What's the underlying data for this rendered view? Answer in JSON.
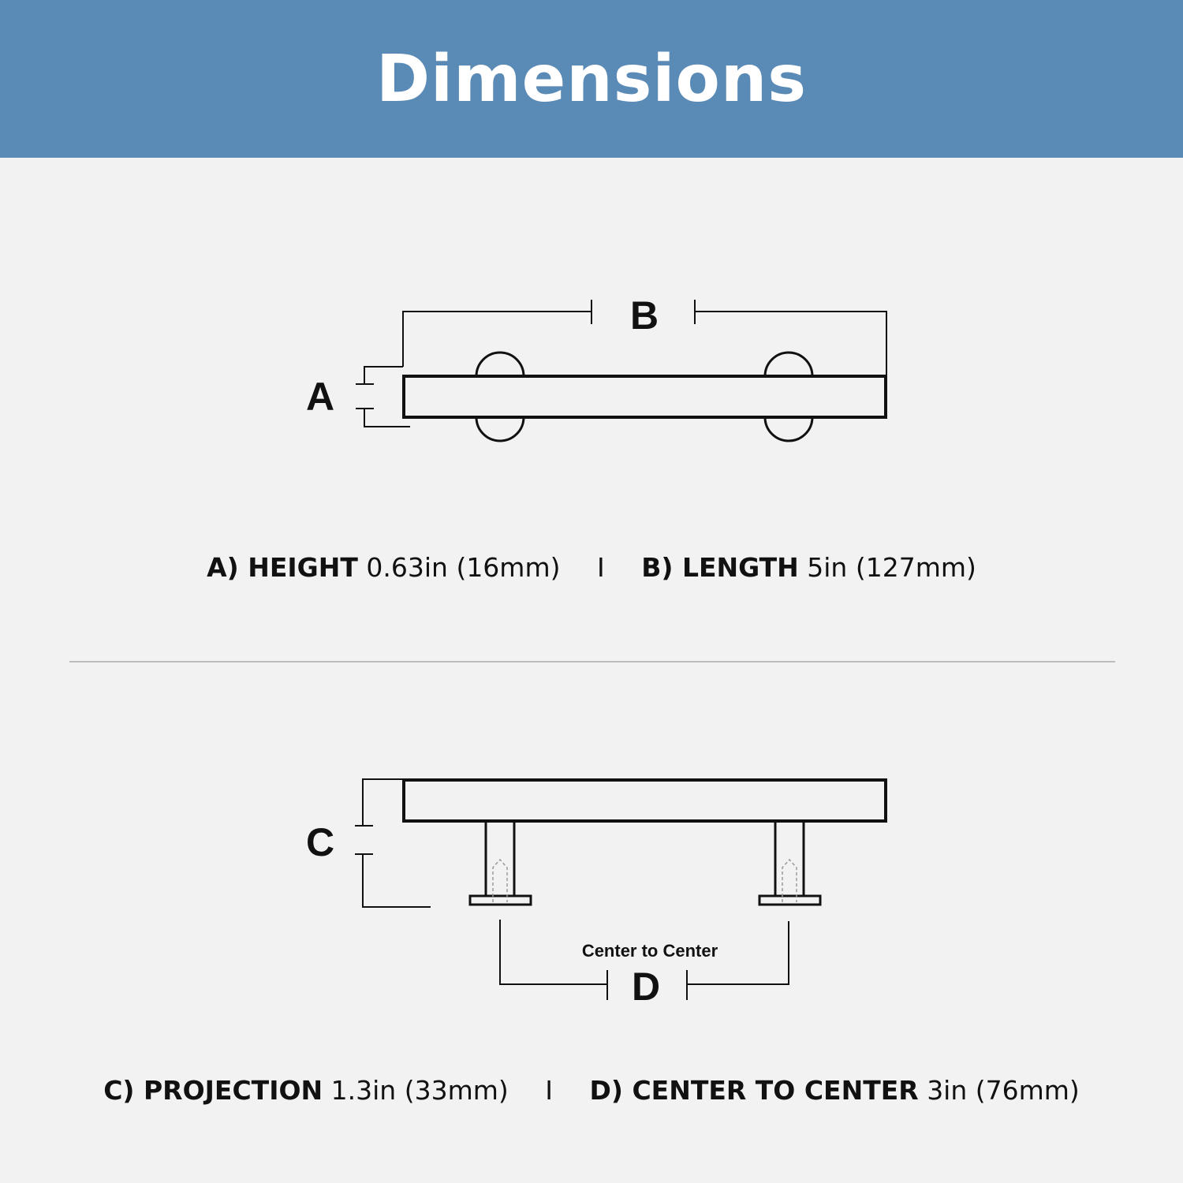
{
  "header": {
    "title": "Dimensions"
  },
  "diagram_top": {
    "label_a": "A",
    "label_b": "B"
  },
  "diagram_bottom": {
    "label_c": "C",
    "label_d": "D",
    "center_note": "Center to Center"
  },
  "captions": {
    "a_label": "A) HEIGHT",
    "a_value": "0.63in (16mm)",
    "b_label": "B) LENGTH",
    "b_value": "5in (127mm)",
    "c_label": "C) PROJECTION",
    "c_value": "1.3in (33mm)",
    "d_label": "D) CENTER TO CENTER",
    "d_value": "3in (76mm)",
    "separator": "I"
  },
  "colors": {
    "header": "#5a8ab6",
    "background": "#f2f2f2",
    "ink": "#111111"
  }
}
